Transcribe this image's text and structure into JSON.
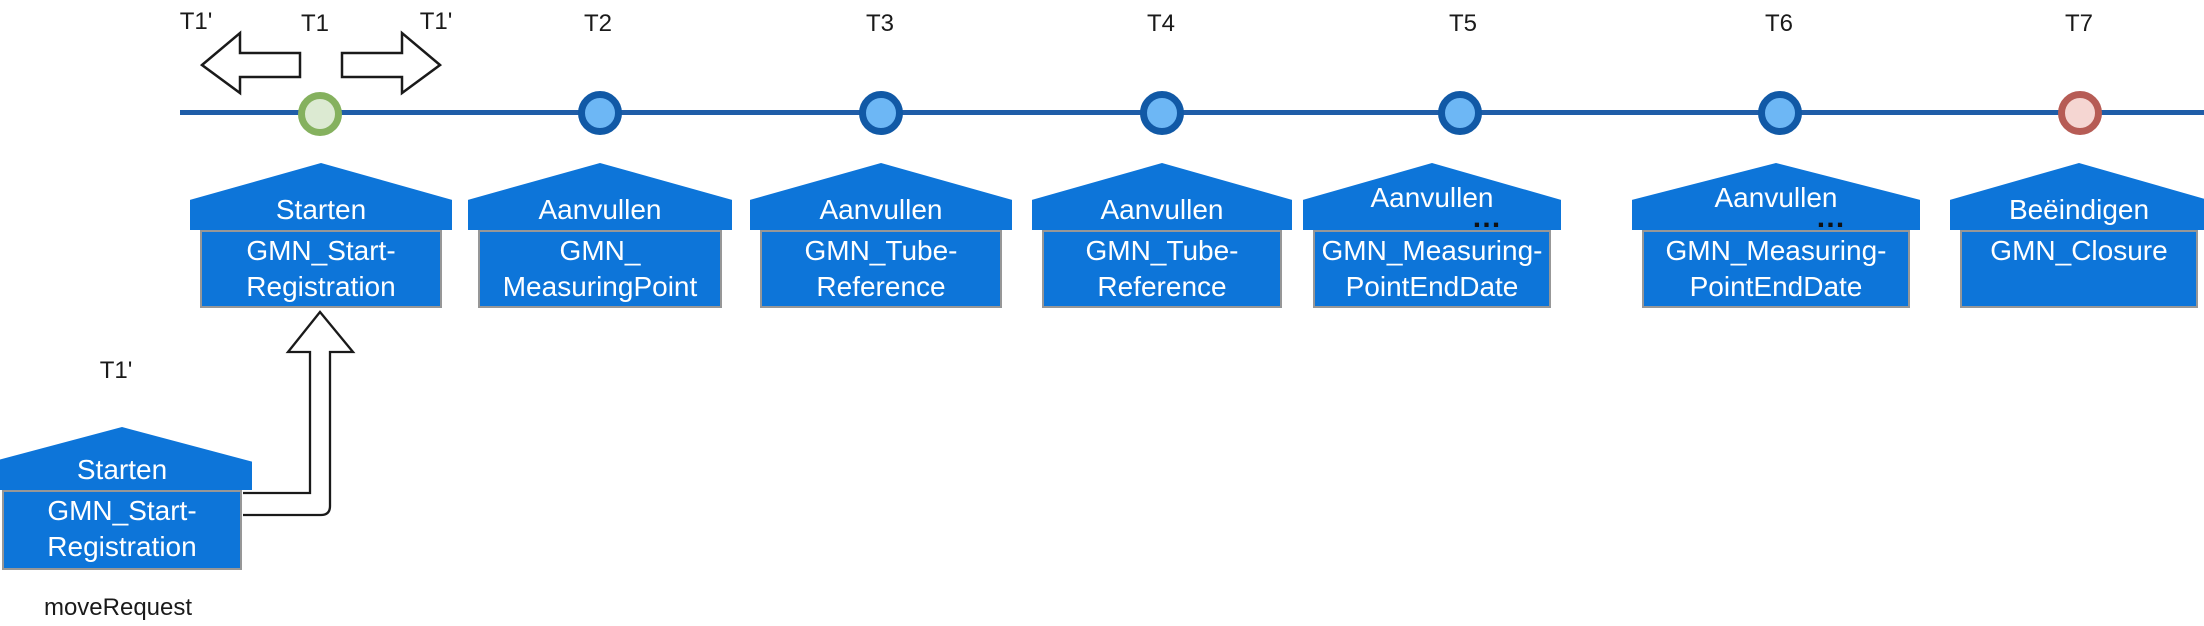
{
  "diagram": {
    "title_hint": "timeline of registration events",
    "colors": {
      "box_blue": "#0d75d9",
      "box_border_gray": "#979797",
      "timeline_blue": "#1f5da8",
      "node_blue_fill": "#6db7f5",
      "node_blue_border": "#1159a6",
      "node_start_fill": "#dcead2",
      "node_start_border": "#85b15e",
      "node_end_fill": "#f5d6d2",
      "node_end_border": "#b65c55",
      "text_white": "#ffffff",
      "text_black": "#1a1a1a"
    },
    "shift_arrows": {
      "left_label": "T1'",
      "right_label": "T1'"
    },
    "nodes": [
      {
        "time_label": "T1",
        "roof_label": "Starten",
        "roof_suffix": "",
        "body_line1": "GMN_Start-",
        "body_line2": "Registration"
      },
      {
        "time_label": "T2",
        "roof_label": "Aanvullen",
        "roof_suffix": "",
        "body_line1": "GMN_",
        "body_line2": "MeasuringPoint"
      },
      {
        "time_label": "T3",
        "roof_label": "Aanvullen",
        "roof_suffix": "",
        "body_line1": "GMN_Tube-",
        "body_line2": "Reference"
      },
      {
        "time_label": "T4",
        "roof_label": "Aanvullen",
        "roof_suffix": "",
        "body_line1": "GMN_Tube-",
        "body_line2": "Reference"
      },
      {
        "time_label": "T5",
        "roof_label": "Aanvullen",
        "roof_suffix": "…",
        "body_line1": "GMN_Measuring-",
        "body_line2": "PointEndDate"
      },
      {
        "time_label": "T6",
        "roof_label": "Aanvullen",
        "roof_suffix": "…",
        "body_line1": "GMN_Measuring-",
        "body_line2": "PointEndDate"
      },
      {
        "time_label": "T7",
        "roof_label": "Beëindigen",
        "roof_suffix": "",
        "body_line1": "GMN_Closure",
        "body_line2": ""
      }
    ],
    "move_request": {
      "time_label": "T1'",
      "roof_label": "Starten",
      "body_line1": "GMN_Start-",
      "body_line2": "Registration",
      "caption": "moveRequest"
    }
  }
}
